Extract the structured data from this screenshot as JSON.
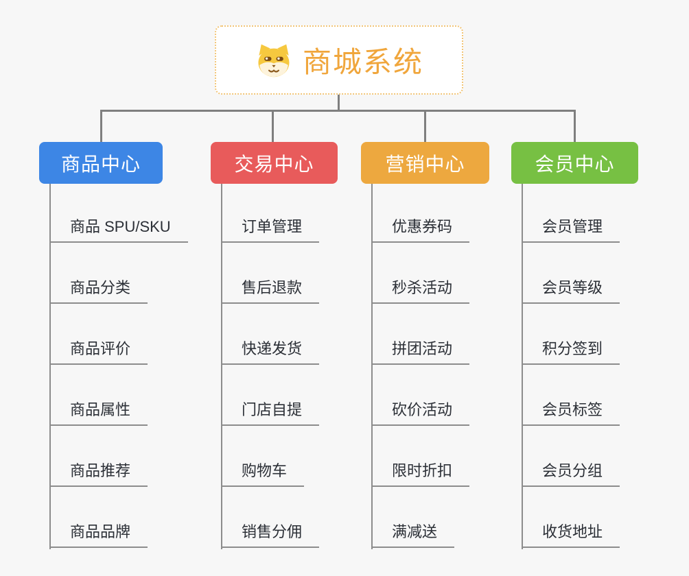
{
  "root": {
    "label": "商城系统",
    "icon": "shiba-dog-icon",
    "text_color": "#F0A63C",
    "border_color": "#F2C576"
  },
  "style": {
    "background_color": "#F7F7F7",
    "connector_color": "#7F7F7F",
    "leaf_text_color": "#2B2F36",
    "leaf_underline_color": "#8C8C8C"
  },
  "branches": [
    {
      "label": "商品中心",
      "color": "#3D86E5",
      "children": [
        "商品 SPU/SKU",
        "商品分类",
        "商品评价",
        "商品属性",
        "商品推荐",
        "商品品牌"
      ]
    },
    {
      "label": "交易中心",
      "color": "#E85B5B",
      "children": [
        "订单管理",
        "售后退款",
        "快递发货",
        "门店自提",
        "购物车",
        "销售分佣"
      ]
    },
    {
      "label": "营销中心",
      "color": "#EDA83F",
      "children": [
        "优惠券码",
        "秒杀活动",
        "拼团活动",
        "砍价活动",
        "限时折扣",
        "满减送"
      ]
    },
    {
      "label": "会员中心",
      "color": "#77C043",
      "children": [
        "会员管理",
        "会员等级",
        "积分签到",
        "会员标签",
        "会员分组",
        "收货地址"
      ]
    }
  ]
}
